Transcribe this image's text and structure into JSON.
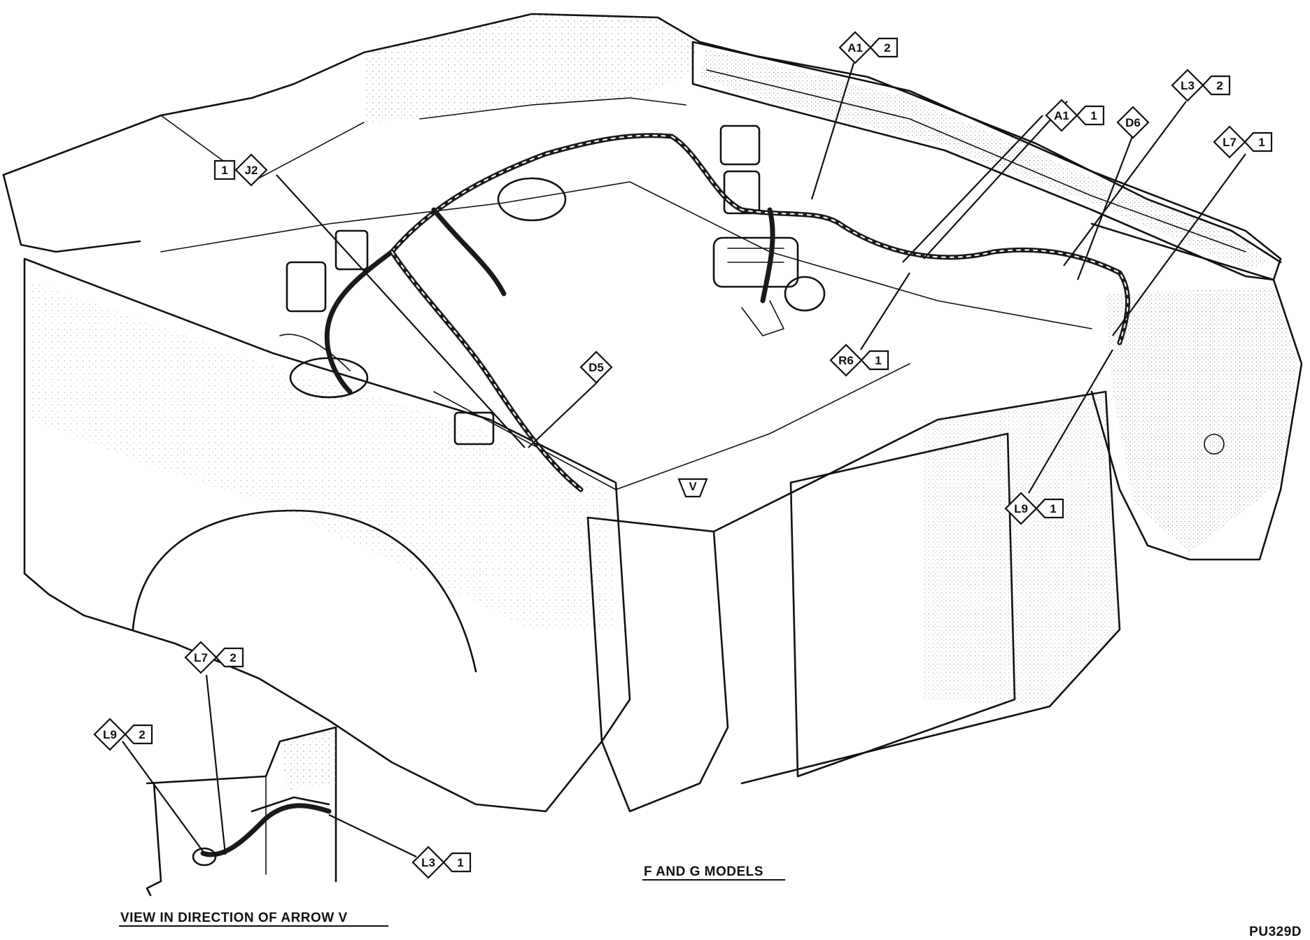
{
  "figure_id": "PU329D",
  "main_caption": "F AND G MODELS",
  "inset_caption": "VIEW IN DIRECTION OF ARROW V",
  "arrow_marker": "V",
  "callouts": [
    {
      "id": "a1-2",
      "code": "A1",
      "num": "2"
    },
    {
      "id": "l3-2",
      "code": "L3",
      "num": "2"
    },
    {
      "id": "a1-1",
      "code": "A1",
      "num": "1"
    },
    {
      "id": "d6",
      "code": "D6",
      "num": ""
    },
    {
      "id": "l7-1",
      "code": "L7",
      "num": "1"
    },
    {
      "id": "j2-1",
      "code": "J2",
      "num": "1"
    },
    {
      "id": "d5",
      "code": "D5",
      "num": ""
    },
    {
      "id": "r6-1",
      "code": "R6",
      "num": "1"
    },
    {
      "id": "l9-1",
      "code": "L9",
      "num": "1"
    },
    {
      "id": "l7-2",
      "code": "L7",
      "num": "2"
    },
    {
      "id": "l9-2",
      "code": "L9",
      "num": "2"
    },
    {
      "id": "l3-1",
      "code": "L3",
      "num": "1"
    }
  ]
}
